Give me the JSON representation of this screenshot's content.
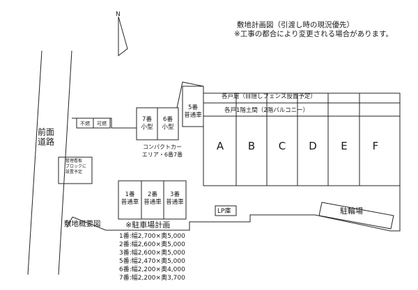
{
  "notes": {
    "title": "敷地計画図（引渡し時の現況優先）",
    "subtitle": "※工事の都合により変更される場合があります。"
  },
  "compass": {
    "north_label": "N"
  },
  "road": {
    "label_line1": "前面",
    "label_line2": "道路"
  },
  "bins": {
    "burnable_not": "不燃",
    "burnable": "可燃"
  },
  "signboard": {
    "line1": "管理看板",
    "line2": "ブロックに",
    "line3": "設置予定"
  },
  "compact_area": {
    "line1": "コンパクトカー",
    "line2": "エリア・6番7番"
  },
  "stalls": [
    {
      "number": "1番",
      "type": "普通車"
    },
    {
      "number": "2番",
      "type": "普通車"
    },
    {
      "number": "3番",
      "type": "普通車"
    },
    {
      "number": "5番",
      "type": "普通車"
    },
    {
      "number": "6番",
      "type": "小型"
    },
    {
      "number": "7番",
      "type": "小型"
    }
  ],
  "building": {
    "garden_label": "各戸庭（目隠しフェンス設置予定）",
    "dirt_label": "各戸1階土間（2階バルコニー）",
    "units": [
      "A",
      "B",
      "C",
      "D",
      "E",
      "F"
    ]
  },
  "lp_storage": "LP庫",
  "bicycle_parking": "駐輪場",
  "overview_label": "敷地概要図",
  "parking_plan": {
    "title": "※駐車場計画",
    "specs": [
      "1番:幅2,700×奥5,000",
      "2番:幅2,600×奥5,000",
      "3番:幅2,600×奥5,000",
      "5番:幅2,470×奥5,000",
      "6番:幅2,200×奥4,000",
      "7番:幅2,200×奥3,700"
    ]
  }
}
